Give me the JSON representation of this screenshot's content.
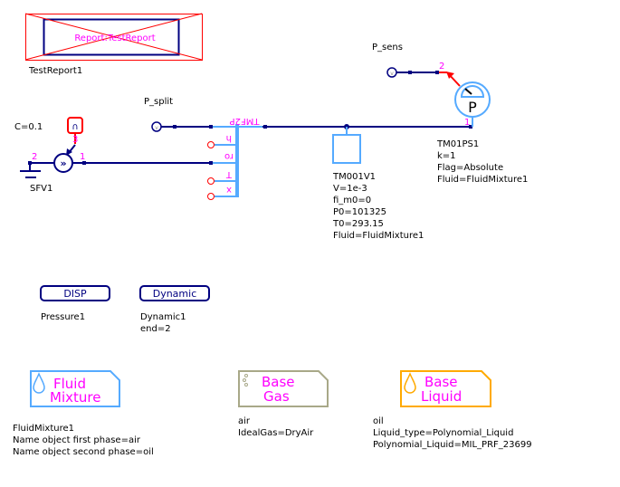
{
  "report": {
    "box_label": "Report:TestReport",
    "name": "TestReport1"
  },
  "split": {
    "label": "P_split",
    "component": "TMF2P",
    "ports": [
      "h",
      "ro",
      "T",
      "x"
    ]
  },
  "source": {
    "param": "C=0.1",
    "name": "SFV1",
    "port1": "1",
    "port2": "2",
    "port3": "3"
  },
  "volume": {
    "lines": [
      "TM001V1",
      "V=1e-3",
      "fi_m0=0",
      "P0=101325",
      "T0=293.15",
      "Fluid=FluidMixture1"
    ]
  },
  "sensor": {
    "label": "P_sens",
    "symbol": "P",
    "port1": "1",
    "port2": "2",
    "lines": [
      "TM01PS1",
      "k=1",
      "Flag=Absolute",
      "Fluid=FluidMixture1"
    ]
  },
  "disp": {
    "button": "DISP",
    "name": "Pressure1"
  },
  "dynamic": {
    "button": "Dynamic",
    "name": "Dynamic1",
    "param": "end=2"
  },
  "fluid_mixture": {
    "line1": "Fluid",
    "line2": "Mixture",
    "lines": [
      "FluidMixture1",
      "Name object first phase=air",
      "Name object second phase=oil"
    ],
    "color": "#55aaff"
  },
  "base_gas": {
    "line1": "Base",
    "line2": "Gas",
    "lines": [
      "air",
      "IdealGas=DryAir"
    ],
    "color": "#a8a888"
  },
  "base_liquid": {
    "line1": "Base",
    "line2": "Liquid",
    "lines": [
      "oil",
      "Liquid_type=Polynomial_Liquid",
      "Polynomial_Liquid=MIL_PRF_23699"
    ],
    "color": "#ffaa00"
  },
  "colors": {
    "wire": "#000080",
    "light": "#55aaff",
    "signal": "#ff0000",
    "label": "#ff00ff"
  }
}
